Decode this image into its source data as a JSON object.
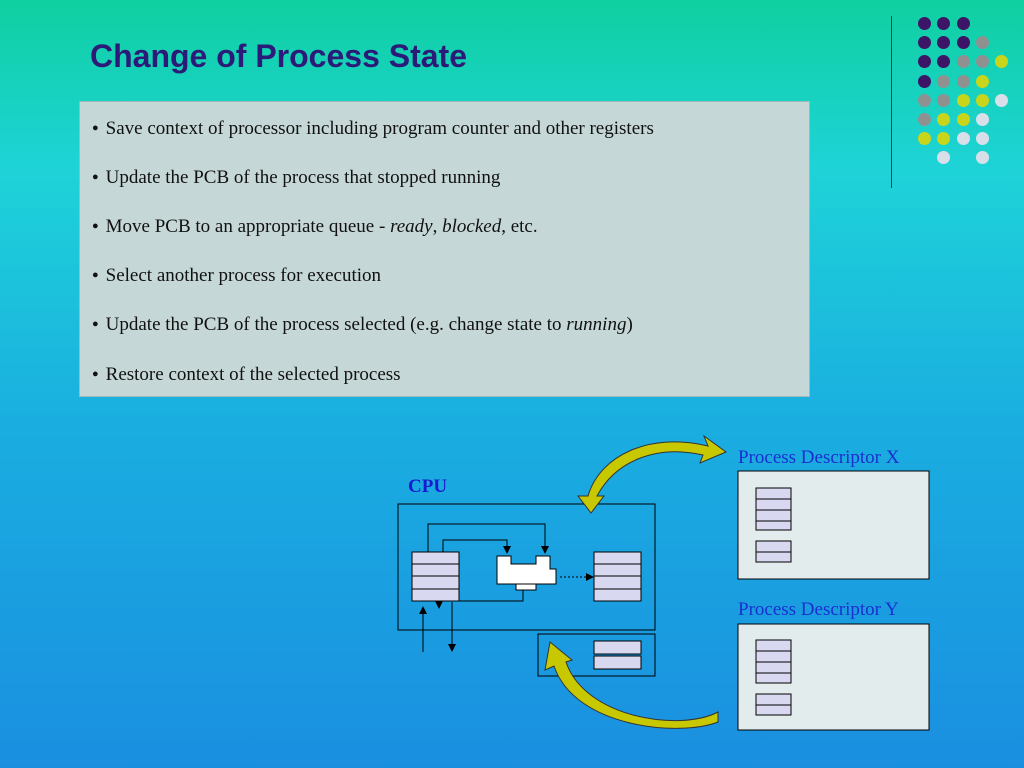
{
  "slide": {
    "title": "Change of Process State",
    "bullets": [
      {
        "segments": [
          {
            "text": "Save context of processor including program counter and other registers",
            "italic": false
          }
        ]
      },
      {
        "segments": [
          {
            "text": "Update the PCB of the process that stopped running",
            "italic": false
          }
        ]
      },
      {
        "segments": [
          {
            "text": "Move PCB to an appropriate queue - ",
            "italic": false
          },
          {
            "text": "ready",
            "italic": true
          },
          {
            "text": ", ",
            "italic": false
          },
          {
            "text": "blocked",
            "italic": true
          },
          {
            "text": ", etc.",
            "italic": false
          }
        ]
      },
      {
        "segments": [
          {
            "text": "Select another process for execution",
            "italic": false
          }
        ]
      },
      {
        "segments": [
          {
            "text": "Update the PCB of the process selected (e.g. change state to ",
            "italic": false
          },
          {
            "text": "running",
            "italic": true
          },
          {
            "text": ")",
            "italic": false
          }
        ]
      },
      {
        "segments": [
          {
            "text": "Restore context of the selected process",
            "italic": false
          }
        ]
      }
    ]
  },
  "diagram": {
    "cpu_label": "CPU",
    "descriptor_x_label": "Process Descriptor X",
    "descriptor_y_label": "Process Descriptor Y"
  },
  "colors": {
    "title": "#2b1a78",
    "label_blue": "#1a2fd0",
    "arrow_fill": "#c8c800",
    "dot_purple": "#3d1566",
    "dot_gray": "#8f9191",
    "dot_yellow": "#c9d51b",
    "dot_light": "#d9dfe8"
  },
  "decoration": {
    "dot_grid": [
      [
        "",
        "purple",
        "purple",
        "purple",
        "",
        ""
      ],
      [
        "",
        "purple",
        "purple",
        "purple",
        "gray",
        ""
      ],
      [
        "",
        "purple",
        "purple",
        "gray",
        "gray",
        "yellow"
      ],
      [
        "",
        "purple",
        "gray",
        "gray",
        "yellow",
        ""
      ],
      [
        "",
        "gray",
        "gray",
        "yellow",
        "yellow",
        "light"
      ],
      [
        "",
        "gray",
        "yellow",
        "yellow",
        "light",
        ""
      ],
      [
        "",
        "yellow",
        "yellow",
        "light",
        "light",
        ""
      ],
      [
        "",
        "",
        "light",
        "",
        "light",
        ""
      ]
    ]
  }
}
